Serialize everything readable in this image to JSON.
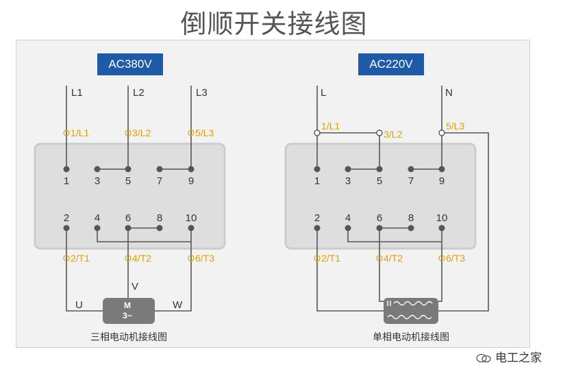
{
  "title": "倒顺开关接线图",
  "colors": {
    "voltage_box": "#1f5aa6",
    "terminal_label": "#e0a100",
    "wire": "#555555",
    "switch_body": "#dedede",
    "motor": "#7a7a7a"
  },
  "left": {
    "voltage": "AC380V",
    "inputs": [
      "L1",
      "L2",
      "L3"
    ],
    "top_terminals": [
      "1/L1",
      "3/L2",
      "5/L3"
    ],
    "top_row": [
      "1",
      "3",
      "5",
      "7",
      "9"
    ],
    "bottom_row": [
      "2",
      "4",
      "6",
      "8",
      "10"
    ],
    "bottom_terminals": [
      "2/T1",
      "4/T2",
      "6/T3"
    ],
    "phase_labels": [
      "U",
      "V",
      "W"
    ],
    "motor_text": [
      "M",
      "3~"
    ],
    "caption": "三相电动机接线图"
  },
  "right": {
    "voltage": "AC220V",
    "inputs": [
      "L",
      "N"
    ],
    "top_terminals": [
      "1/L1",
      "3/L2",
      "5/L3"
    ],
    "top_row": [
      "1",
      "3",
      "5",
      "7",
      "9"
    ],
    "bottom_row": [
      "2",
      "4",
      "6",
      "8",
      "10"
    ],
    "bottom_terminals": [
      "2/T1",
      "4/T2",
      "6/T3"
    ],
    "caption": "单相电动机接线图"
  },
  "watermark": "电工之家"
}
